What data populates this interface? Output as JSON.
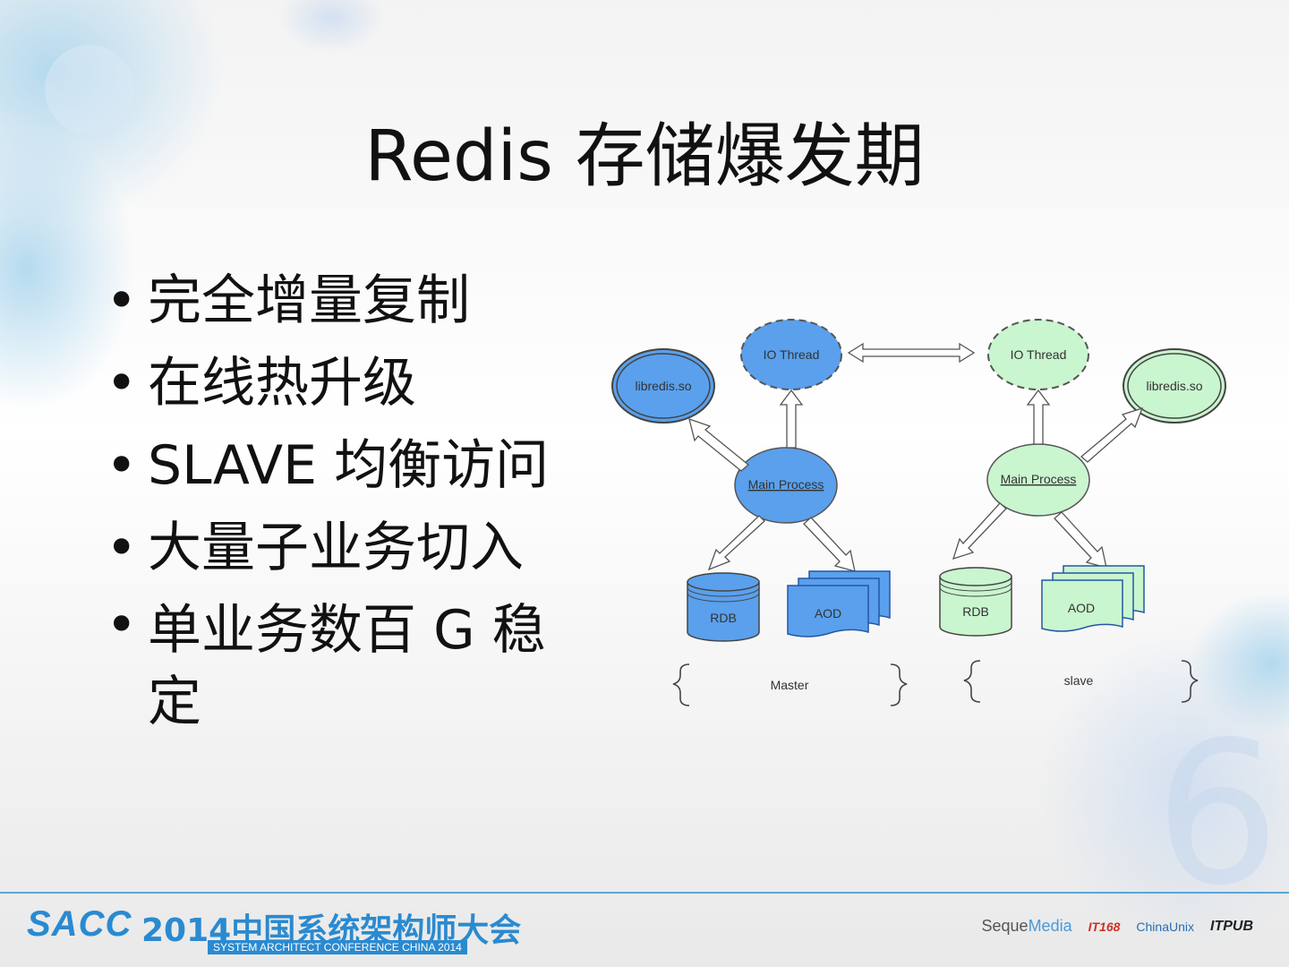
{
  "title": "Redis 存储爆发期",
  "bullets": [
    "完全增量复制",
    "在线热升级",
    "SLAVE 均衡访问",
    "大量子业务切入",
    "单业务数百 G 稳定"
  ],
  "bullet_symbol": "•",
  "diagram": {
    "master": {
      "io_thread": "IO Thread",
      "lib": "libredis.so",
      "main": "Main Process",
      "rdb": "RDB",
      "aod": "AOD",
      "label": "Master",
      "color": "#5aa0ec"
    },
    "slave": {
      "io_thread": "IO Thread",
      "lib": "libredis.so",
      "main": "Main Process",
      "rdb": "RDB",
      "aod": "AOD",
      "label": "slave",
      "color": "#c9f5cf"
    }
  },
  "footer": {
    "sacc": "SACC",
    "conference_cn": "2014中国系统架构师大会",
    "conference_en": "SYSTEM ARCHITECT CONFERENCE CHINA 2014",
    "sponsor1_a": "Seque",
    "sponsor1_b": "Media",
    "sponsor2": "IT168",
    "sponsor3": "ChinaUnix",
    "sponsor4": "ITPUB"
  }
}
